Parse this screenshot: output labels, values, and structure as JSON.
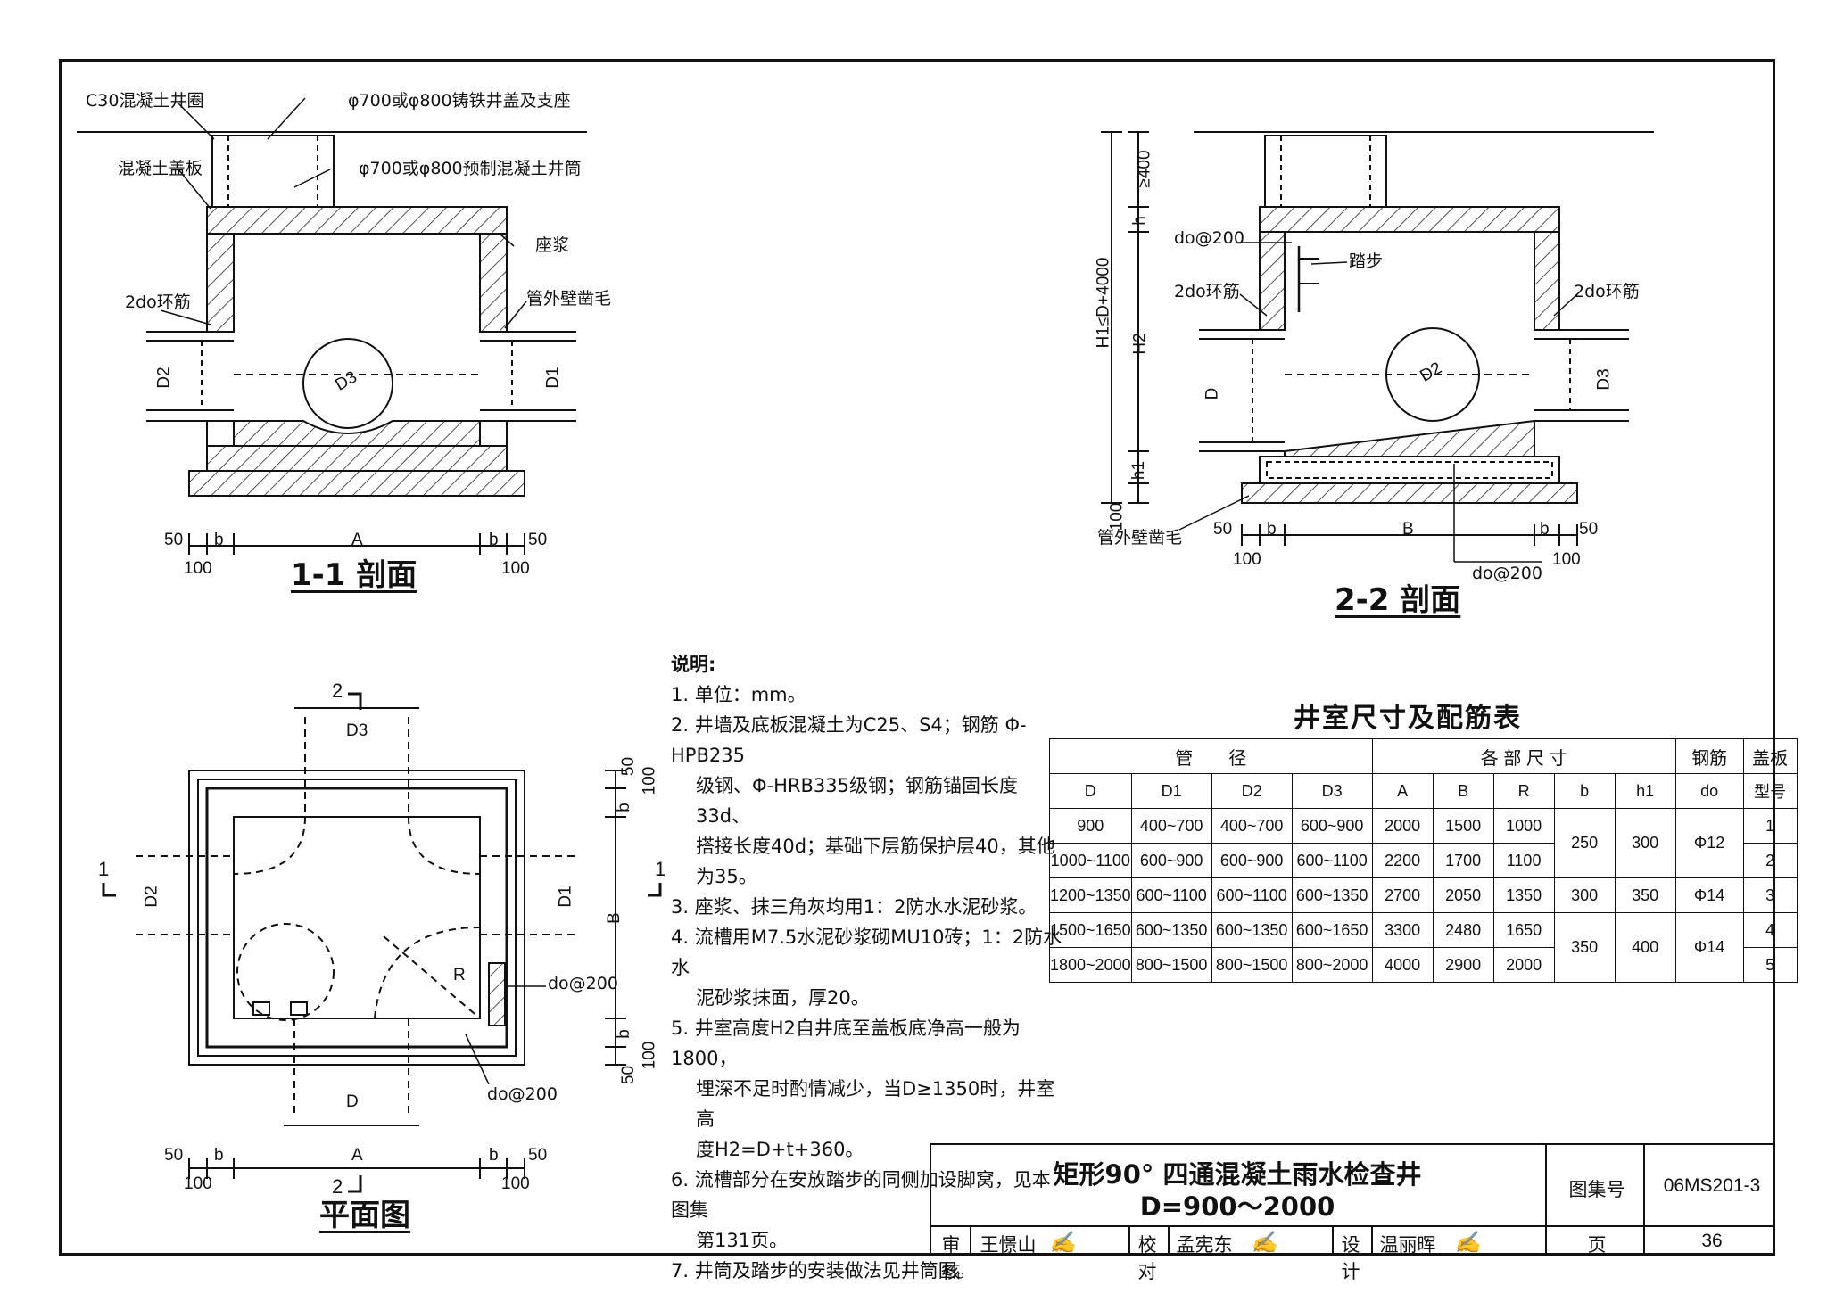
{
  "sections": {
    "s11": {
      "title": "1-1 剖面",
      "labels": {
        "ring": "C30混凝土井圈",
        "cover": "φ700或φ800铸铁井盖及支座",
        "slab": "混凝土盖板",
        "shaft": "φ700或φ800预制混凝土井筒",
        "mortar": "座浆",
        "bar": "2do环筋",
        "rough": "管外壁凿毛",
        "d2": "D2",
        "d3": "D3",
        "d1": "D1"
      },
      "dims": {
        "d50a": "50",
        "b1": "b",
        "a": "A",
        "b2": "b",
        "d50b": "50",
        "d100a": "100",
        "d100b": "100"
      }
    },
    "s22": {
      "title": "2-2 剖面",
      "labels": {
        "h1total": "H1≤D+4000",
        "ge400": "≥400",
        "h": "h",
        "h2": "H2",
        "h1": "h1",
        "d100": "100",
        "do200a": "do@200",
        "step": "踏步",
        "bar_l": "2do环筋",
        "bar_r": "2do环筋",
        "rough": "管外壁凿毛",
        "d": "D",
        "d2": "D2",
        "d3": "D3",
        "do200b": "do@200"
      },
      "dims": {
        "d50a": "50",
        "b1": "b",
        "b": "B",
        "b2": "b",
        "d50b": "50",
        "d100a": "100",
        "d100b": "100"
      }
    },
    "plan": {
      "title": "平面图",
      "labels": {
        "mark2_top": "2",
        "mark2_bot": "2",
        "mark1_l": "1",
        "mark1_r": "1",
        "d3": "D3",
        "d2": "D2",
        "d1": "D1",
        "d": "D",
        "b": "B",
        "r": "R",
        "do200a": "do@200",
        "do200b": "do@200",
        "rt50": "50",
        "rt100": "100",
        "rtb": "b",
        "rb50": "50",
        "rb100": "100",
        "rbb": "b"
      },
      "dims": {
        "d50a": "50",
        "b1": "b",
        "a": "A",
        "b2": "b",
        "d50b": "50",
        "d100a": "100",
        "d100b": "100"
      }
    }
  },
  "notes": {
    "heading": "说明:",
    "items": [
      "1. 单位：mm。",
      "2. 井墙及底板混凝土为C25、S4；钢筋 Φ-HPB235",
      "级钢、Φ-HRB335级钢；钢筋锚固长度33d、",
      "搭接长度40d；基础下层筋保护层40，其他为35。",
      "3. 座浆、抹三角灰均用1：2防水水泥砂浆。",
      "4. 流槽用M7.5水泥砂浆砌MU10砖；1：2防水水",
      "泥砂浆抹面，厚20。",
      "5. 井室高度H2自井底至盖板底净高一般为1800，",
      "埋深不足时酌情减少，当D≥1350时，井室高",
      "度H2=D+t+360。",
      "6. 流槽部分在安放踏步的同侧加设脚窝，见本图集",
      "第131页。",
      "7. 井筒及踏步的安装做法见井筒图。"
    ]
  },
  "table": {
    "title": "井室尺寸及配筋表",
    "group_pipe": "管　　径",
    "group_dims": "各 部 尺 寸",
    "group_rebar": "钢筋",
    "group_cover": "盖板",
    "cols": [
      "D",
      "D1",
      "D2",
      "D3",
      "A",
      "B",
      "R",
      "b",
      "h1",
      "do",
      "型号"
    ],
    "rows": [
      [
        "900",
        "400~700",
        "400~700",
        "600~900",
        "2000",
        "1500",
        "1000",
        "1"
      ],
      [
        "1000~1100",
        "600~900",
        "600~900",
        "600~1100",
        "2200",
        "1700",
        "1100",
        "2"
      ],
      [
        "1200~1350",
        "600~1100",
        "600~1100",
        "600~1350",
        "2700",
        "2050",
        "1350",
        "3"
      ],
      [
        "1500~1650",
        "600~1350",
        "600~1350",
        "600~1650",
        "3300",
        "2480",
        "1650",
        "4"
      ],
      [
        "1800~2000",
        "800~1500",
        "800~1500",
        "800~2000",
        "4000",
        "2900",
        "2000",
        "5"
      ]
    ],
    "merged": {
      "b_12": "250",
      "h1_12": "300",
      "do_12": "Φ12",
      "b_3": "300",
      "h1_3": "350",
      "do_3": "Φ14",
      "b_45": "350",
      "h1_45": "400",
      "do_45": "Φ14"
    }
  },
  "title_block": {
    "title_line1": "矩形90° 四通混凝土雨水检查井",
    "title_line2": "D=900～2000",
    "atlas_label": "图集号",
    "atlas_no": "06MS201-3",
    "review_label": "审核",
    "reviewer": "王憬山",
    "check_label": "校对",
    "checker": "孟宪东",
    "design_label": "设计",
    "designer": "温丽晖",
    "page_label": "页",
    "page_no": "36"
  }
}
